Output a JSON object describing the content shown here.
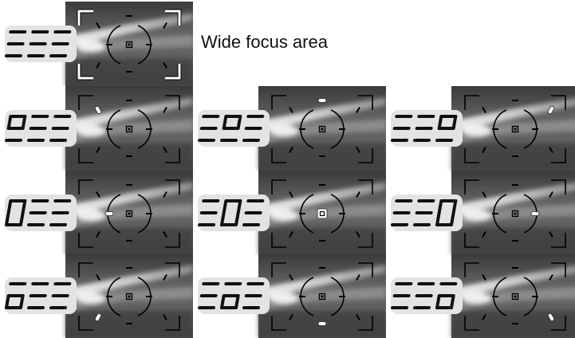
{
  "caption": "Wide focus area",
  "panels": [
    {
      "id": "wide",
      "mode": "wide",
      "indicator": [
        " ",
        " ",
        " "
      ],
      "sensor": null
    },
    {
      "id": "top-left",
      "mode": "spot",
      "indicator": [
        "o",
        " ",
        " "
      ],
      "sensor": "top-left"
    },
    {
      "id": "top-center",
      "mode": "spot",
      "indicator": [
        " ",
        "o",
        " "
      ],
      "sensor": "top"
    },
    {
      "id": "top-right",
      "mode": "spot",
      "indicator": [
        " ",
        " ",
        "o"
      ],
      "sensor": "top-right"
    },
    {
      "id": "mid-left",
      "mode": "spot",
      "indicator": [
        "0",
        " ",
        " "
      ],
      "sensor": "left"
    },
    {
      "id": "center",
      "mode": "spot",
      "indicator": [
        " ",
        "0",
        " "
      ],
      "sensor": "center"
    },
    {
      "id": "mid-right",
      "mode": "spot",
      "indicator": [
        " ",
        " ",
        "0"
      ],
      "sensor": "right"
    },
    {
      "id": "bottom-left",
      "mode": "spot",
      "indicator": [
        "o",
        " ",
        " "
      ],
      "sensor": "bottom-left",
      "indicator_pos": "low"
    },
    {
      "id": "bottom-center",
      "mode": "spot",
      "indicator": [
        " ",
        "o",
        " "
      ],
      "sensor": "bottom",
      "indicator_pos": "low"
    },
    {
      "id": "bottom-right",
      "mode": "spot",
      "indicator": [
        " ",
        " ",
        "o"
      ],
      "sensor": "bottom-right",
      "indicator_pos": "low"
    }
  ],
  "colors": {
    "lcd_background": "#e3e3e3",
    "lcd_segment": "#111111",
    "viewfinder_dark": "#2b2b2b",
    "viewfinder_light": "#bdbdbd",
    "marks": "#000000",
    "active_sensor": "#ffffff"
  }
}
